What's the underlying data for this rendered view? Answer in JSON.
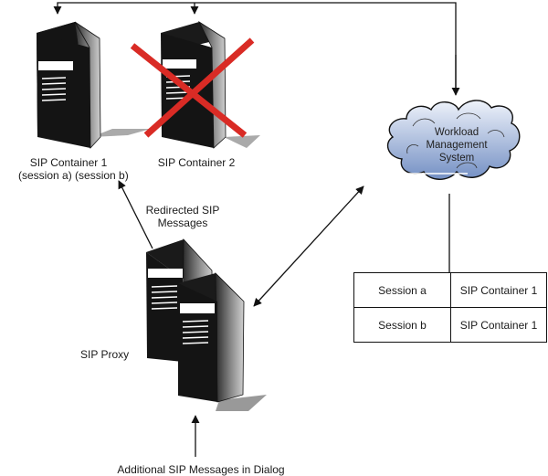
{
  "nodes": {
    "container1": {
      "label_line1": "SIP Container 1",
      "label_line2": "(session a) (session b)",
      "status": "active"
    },
    "container2": {
      "label": "SIP Container 2",
      "status": "failed"
    },
    "workload": {
      "line1": "Workload",
      "line2": "Management",
      "line3": "System"
    },
    "proxy": {
      "label": "SIP Proxy"
    }
  },
  "edges": {
    "redirected": {
      "line1": "Redirected SIP",
      "line2": "Messages"
    },
    "incoming": {
      "label": "Additional SIP Messages in Dialog"
    }
  },
  "session_table": {
    "rows": [
      {
        "session": "Session a",
        "container": "SIP Container 1"
      },
      {
        "session": "Session b",
        "container": "SIP Container 1"
      }
    ]
  },
  "colors": {
    "failure_cross": "#d92b25",
    "cloud_top": "#e6ecf7",
    "cloud_bottom": "#7d97c8",
    "server_front": "#141414"
  }
}
